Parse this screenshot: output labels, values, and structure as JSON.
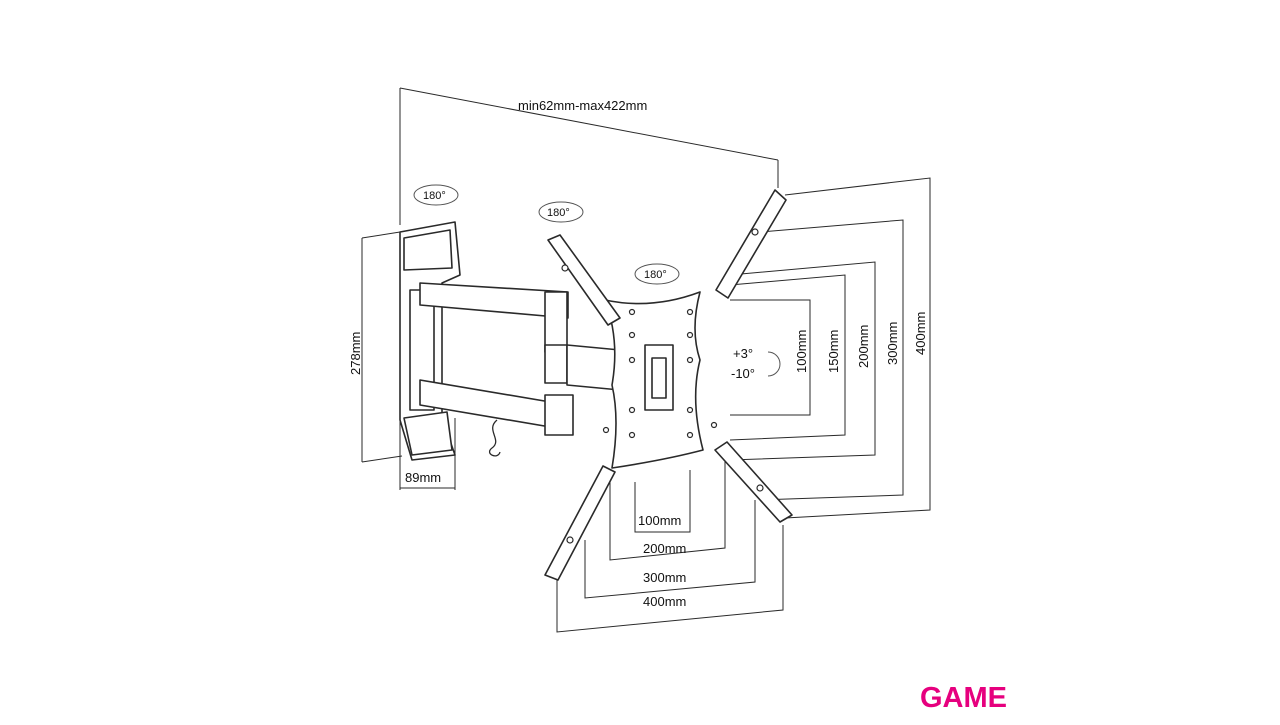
{
  "dimensions": {
    "arm_extension": "min62mm-max422mm",
    "wall_plate_height": "278mm",
    "wall_plate_depth": "89mm",
    "vesa_vertical": [
      "100mm",
      "150mm",
      "200mm",
      "300mm",
      "400mm"
    ],
    "vesa_horizontal": [
      "100mm",
      "200mm",
      "300mm",
      "400mm"
    ]
  },
  "rotations": {
    "wall_joint": "180°",
    "arm_joint": "180°",
    "head_joint": "180°"
  },
  "tilt": {
    "up": "+3°",
    "down": "-10°"
  },
  "brand": {
    "logo_text": "GAME",
    "color": "#e6007e"
  },
  "line_color": "#2a2a2a"
}
